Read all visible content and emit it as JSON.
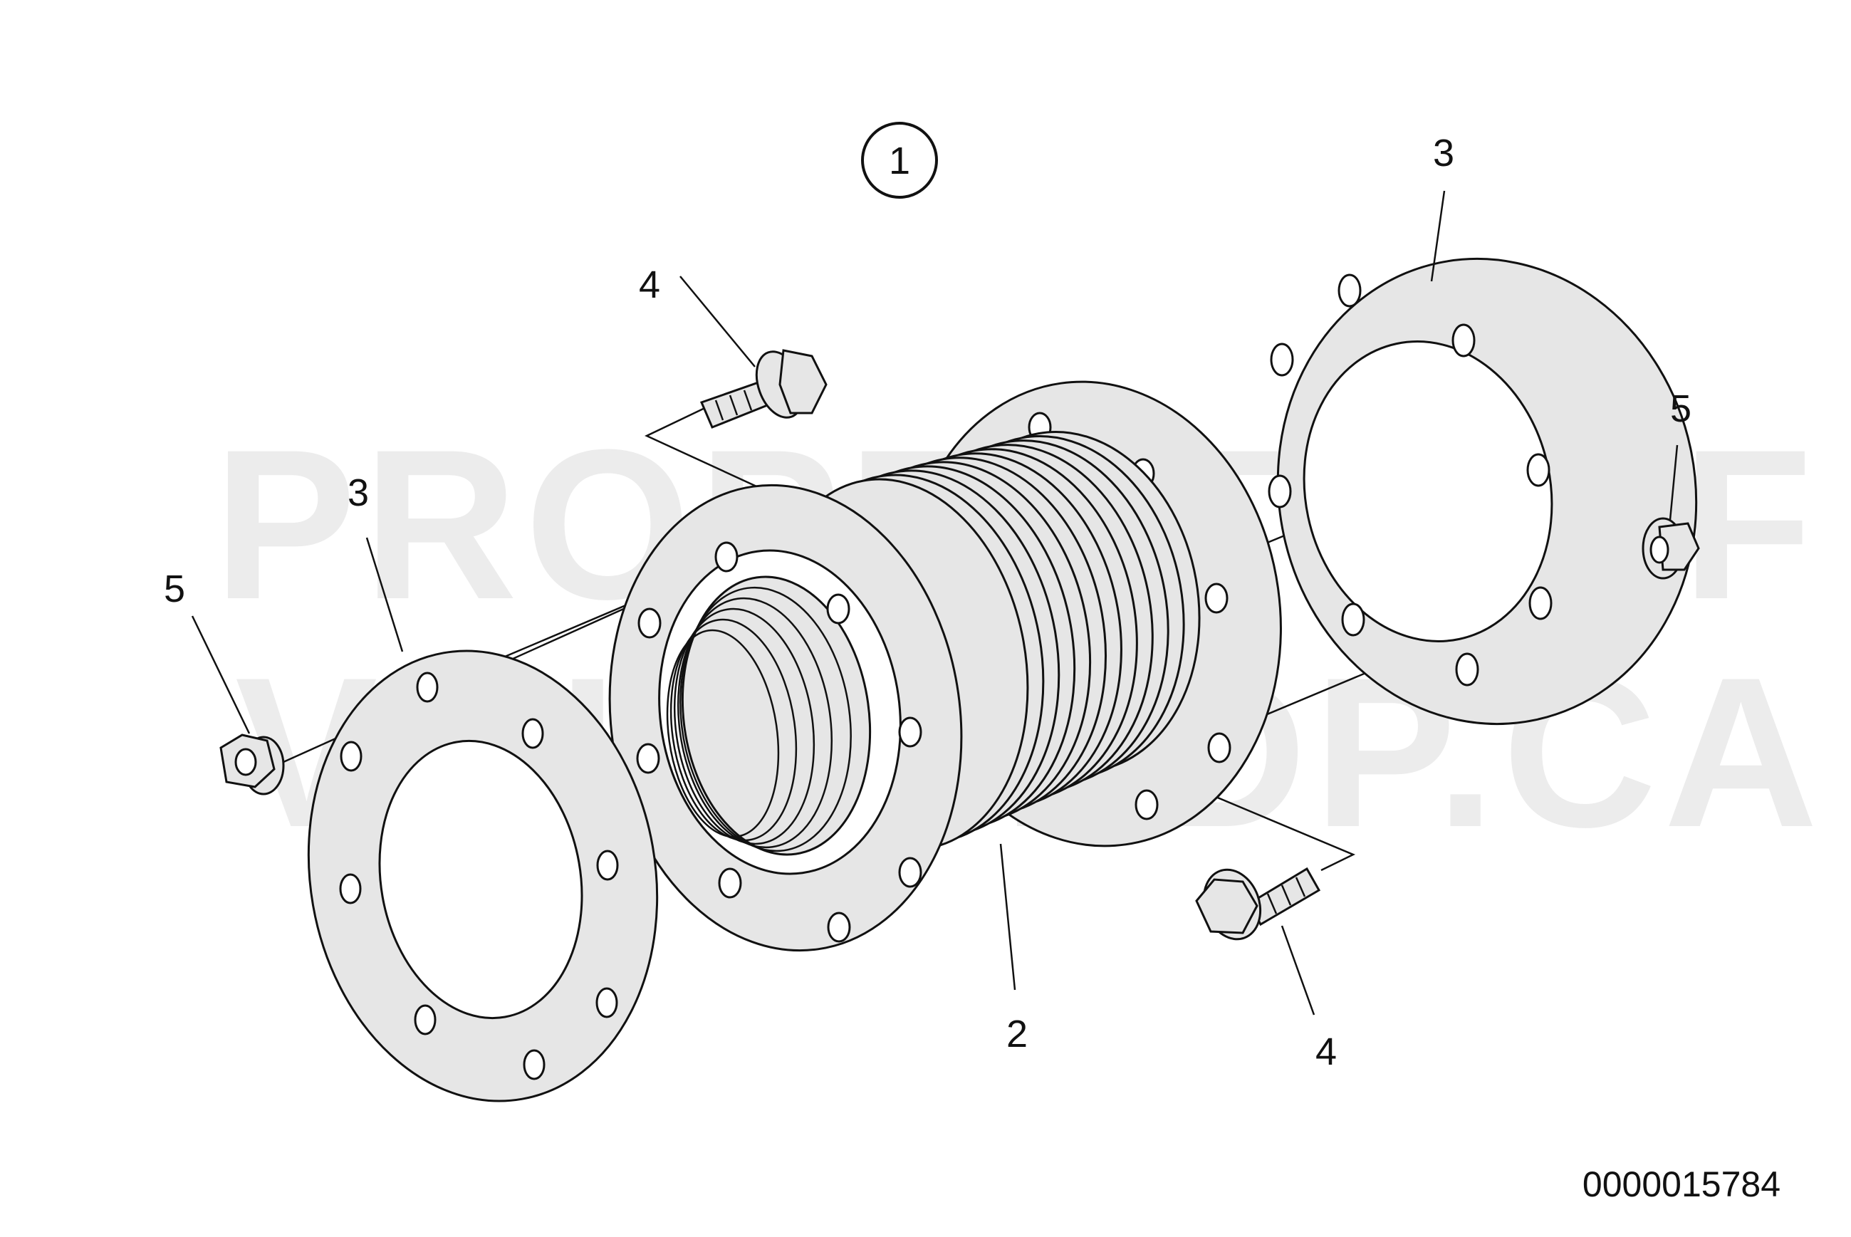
{
  "figure": {
    "view_number": "1",
    "watermark": [
      "PROPERTY OF",
      "VOLVOPDP.CA"
    ],
    "document_number": "0000015784",
    "callouts": [
      {
        "id": "callout-4-top",
        "label": "4"
      },
      {
        "id": "callout-3-left",
        "label": "3"
      },
      {
        "id": "callout-5-left",
        "label": "5"
      },
      {
        "id": "callout-3-right",
        "label": "3"
      },
      {
        "id": "callout-5-right",
        "label": "5"
      },
      {
        "id": "callout-2",
        "label": "2"
      },
      {
        "id": "callout-4-bottom",
        "label": "4"
      }
    ]
  }
}
